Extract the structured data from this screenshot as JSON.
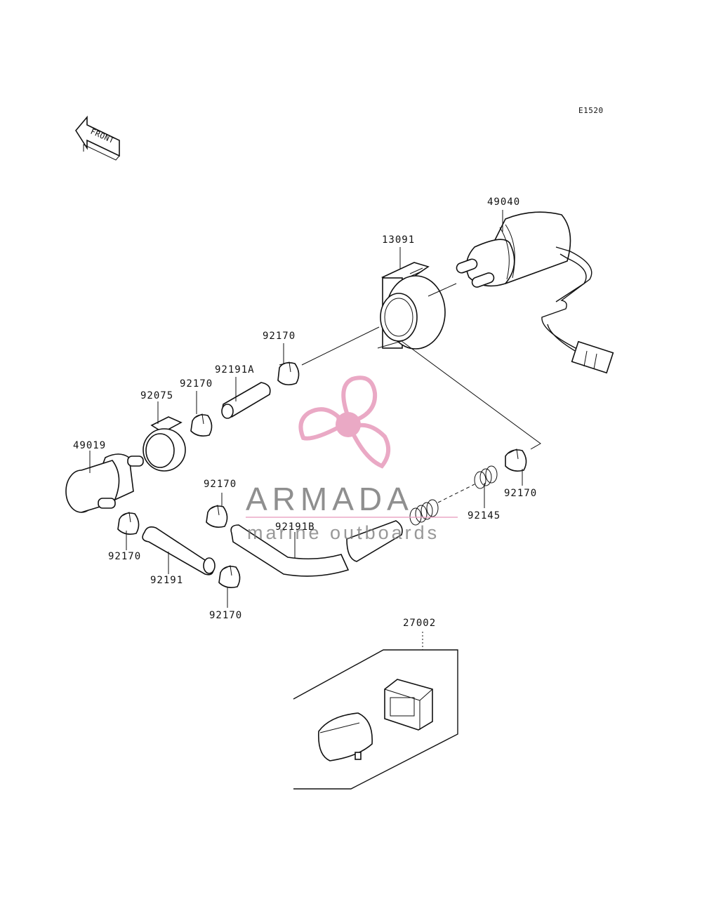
{
  "diagram": {
    "code": "E1520",
    "front_label": "FRONT",
    "parts": {
      "p49040": "49040",
      "p13091": "13091",
      "p92170_a": "92170",
      "p92191A": "92191A",
      "p92170_b": "92170",
      "p92075": "92075",
      "p49019": "49019",
      "p92170_c": "92170",
      "p92170_d": "92170",
      "p92191": "92191",
      "p92170_e": "92170",
      "p92191B": "92191B",
      "p92145": "92145",
      "p92170_f": "92170",
      "p27002": "27002"
    }
  },
  "watermark": {
    "title": "ARMADA",
    "subtitle": "marine outboards",
    "accent_color": "#e8a0bf"
  }
}
